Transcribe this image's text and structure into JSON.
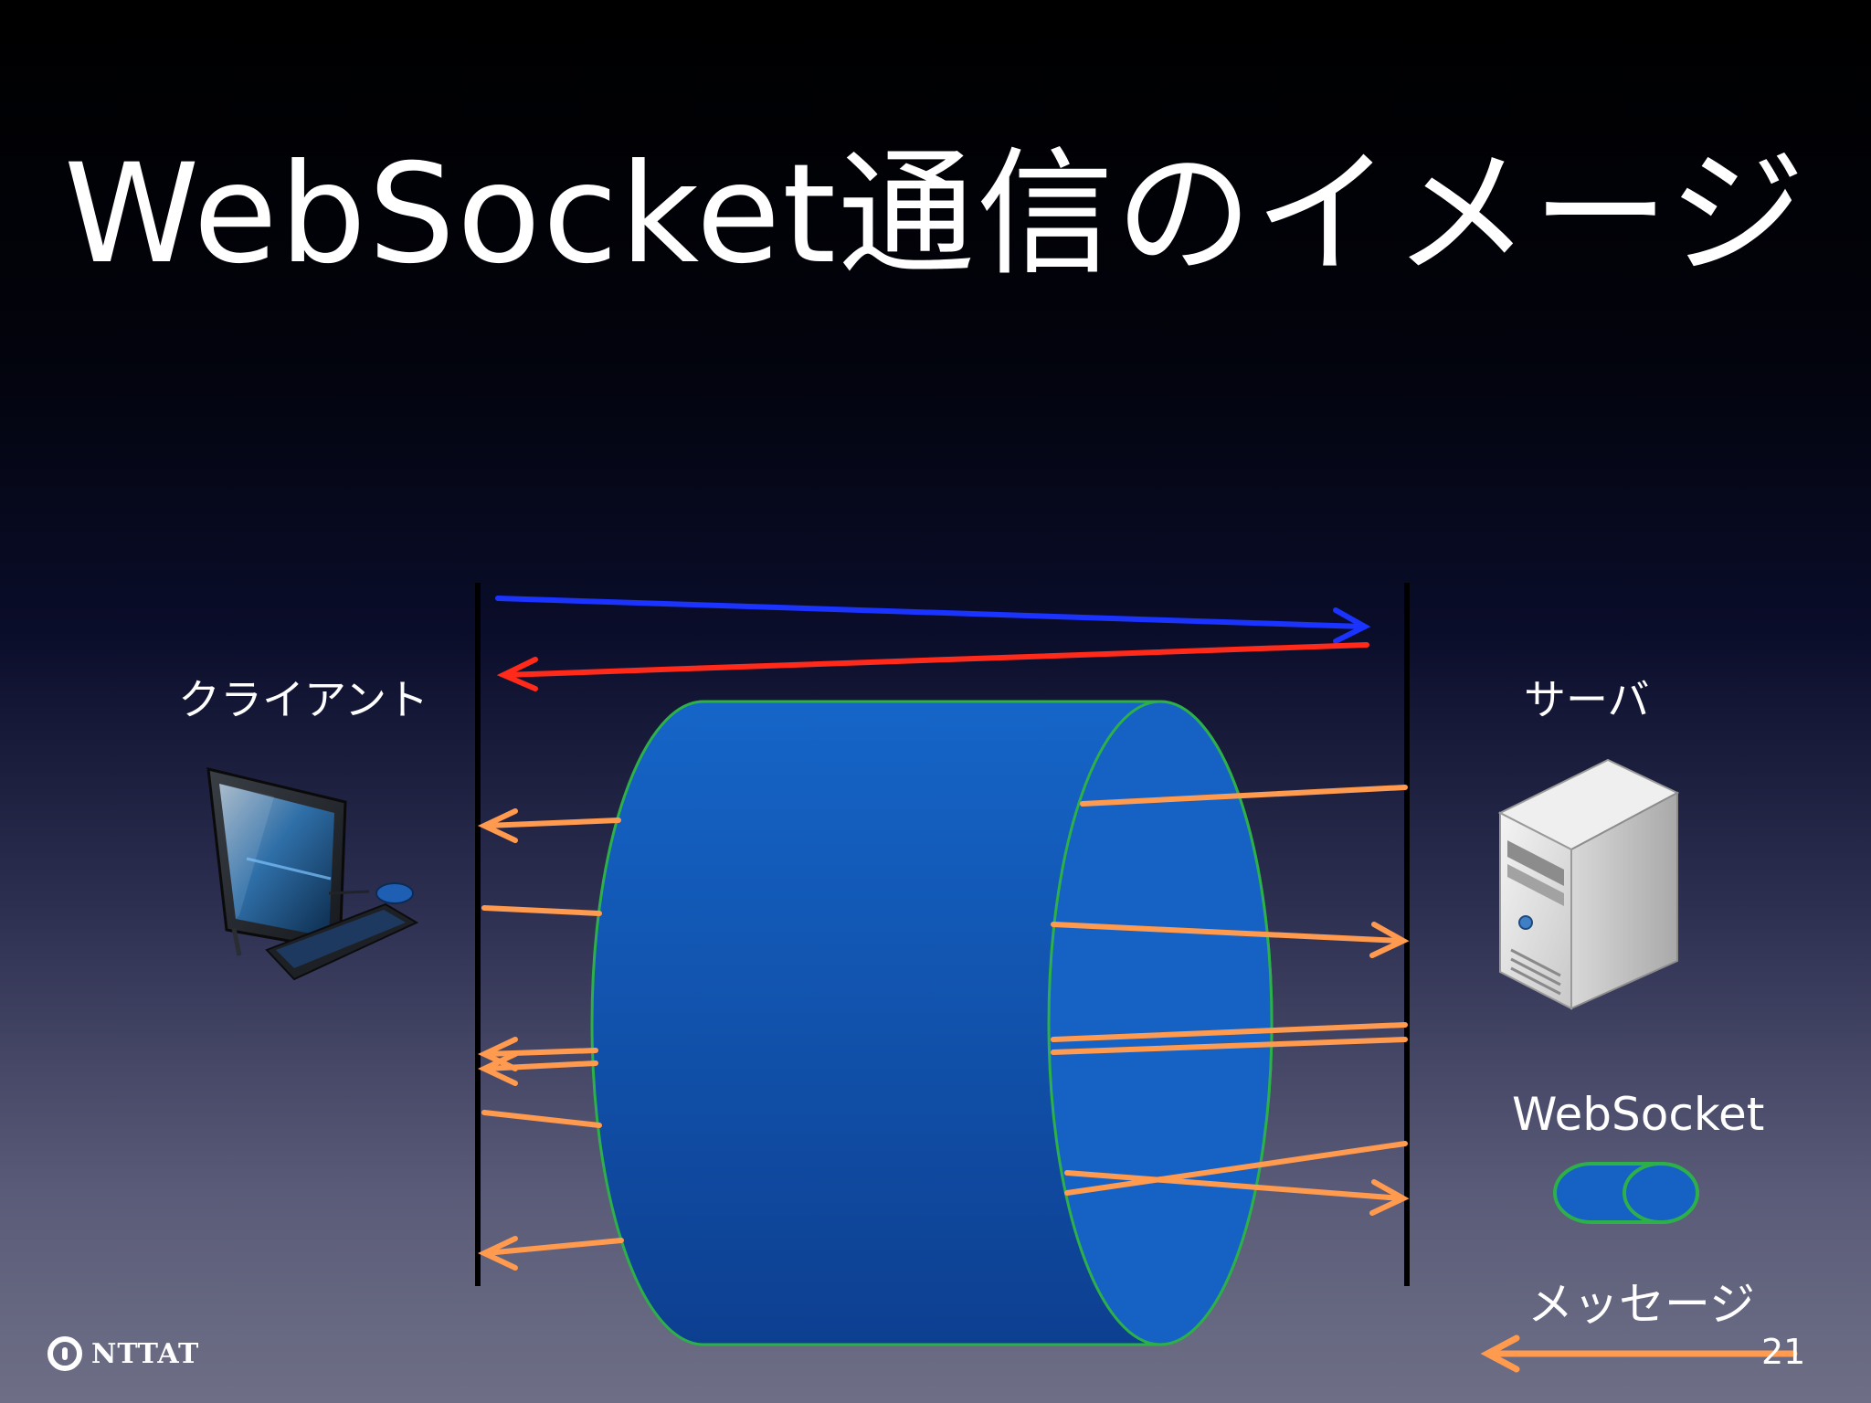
{
  "title": "WebSocket通信のイメージ",
  "client_label": "クライアント",
  "server_label": "サーバ",
  "legend": {
    "websocket_label": "WebSocket",
    "message_label": "メッセージ"
  },
  "page_number": "21",
  "logo_text": "NTTAT",
  "colors": {
    "handshake_request": "#1a33ff",
    "handshake_response": "#ff2a1a",
    "message": "#ff9a4e",
    "websocket_fill": "#1561c4",
    "websocket_outline": "#2db04a",
    "lifeline": "#000000"
  },
  "icons": [
    "desktop-computer-icon",
    "server-tower-icon",
    "ntt-at-logo-icon"
  ]
}
